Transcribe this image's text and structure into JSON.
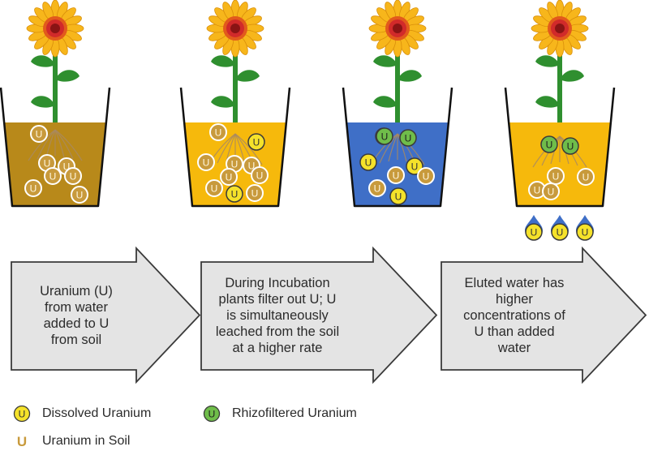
{
  "steps": [
    {
      "text": "Uranium (U)\nfrom water\nadded to U\nfrom soil"
    },
    {
      "text": "During Incubation\nplants filter out U; U\nis simultaneously\nleached from the soil\nat a higher rate"
    },
    {
      "text": "Eluted water has\nhigher\nconcentrations of\nU than added\nwater"
    }
  ],
  "legend": {
    "dissolved": "Dissolved Uranium",
    "rhizofiltered": "Rhizofiltered Uranium",
    "soil": "Uranium in Soil"
  },
  "token_letter": "U",
  "colors": {
    "soil_brown": "#b8891a",
    "soil_yellow": "#f6b90c",
    "water_blue": "#3f6fc7",
    "dissolved": "#f5e22a",
    "rhizofiltered": "#6fbd4a",
    "soil_token": "#c89a3c",
    "arrow_fill": "#e4e4e4",
    "petal": "#f7b61b",
    "flower_center": "#d12a2a",
    "stem": "#2f8f2f"
  }
}
